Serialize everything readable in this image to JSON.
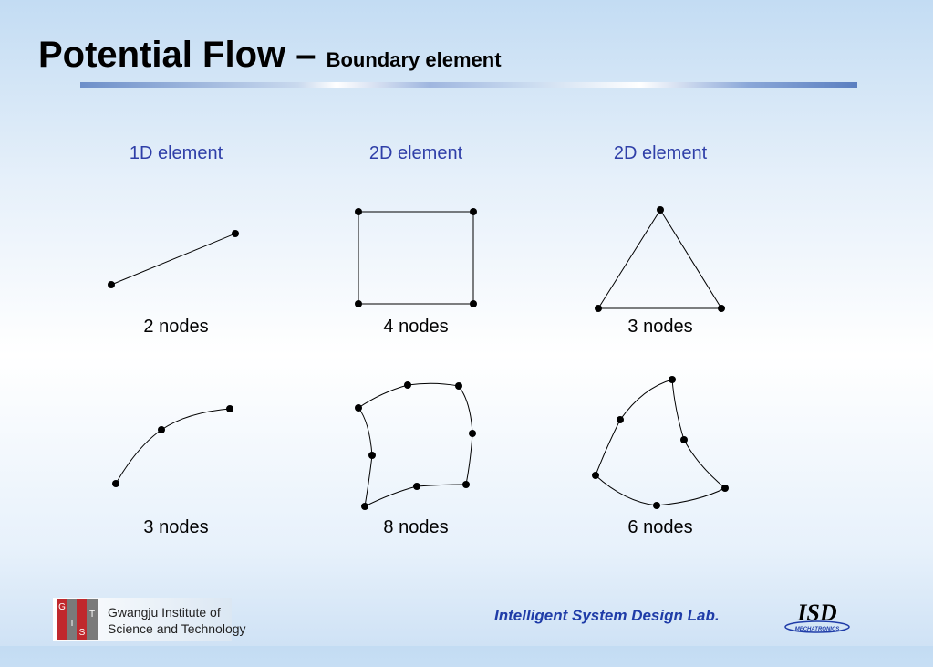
{
  "slide": {
    "title_main": "Potential Flow – ",
    "title_sub": "Boundary element"
  },
  "columns": [
    {
      "header": "1D element",
      "top_caption": "2 nodes",
      "bottom_caption": "3 nodes"
    },
    {
      "header": "2D element",
      "top_caption": "4 nodes",
      "bottom_caption": "8 nodes"
    },
    {
      "header": "2D element",
      "top_caption": "3 nodes",
      "bottom_caption": "6 nodes"
    }
  ],
  "footer": {
    "gist_letters": [
      "G",
      "I",
      "S",
      "T"
    ],
    "gist_line1": "Gwangju Institute of",
    "gist_line2": "Science and Technology",
    "lab_name": "Intelligent System Design Lab.",
    "isd_logo": "ISD",
    "isd_sub": "MECHATRONICS"
  },
  "colors": {
    "header_text": "#2f3fa8",
    "lab_text": "#1f3ca8",
    "gist_red": "#c0282d",
    "gist_gray": "#7a7a7a"
  }
}
